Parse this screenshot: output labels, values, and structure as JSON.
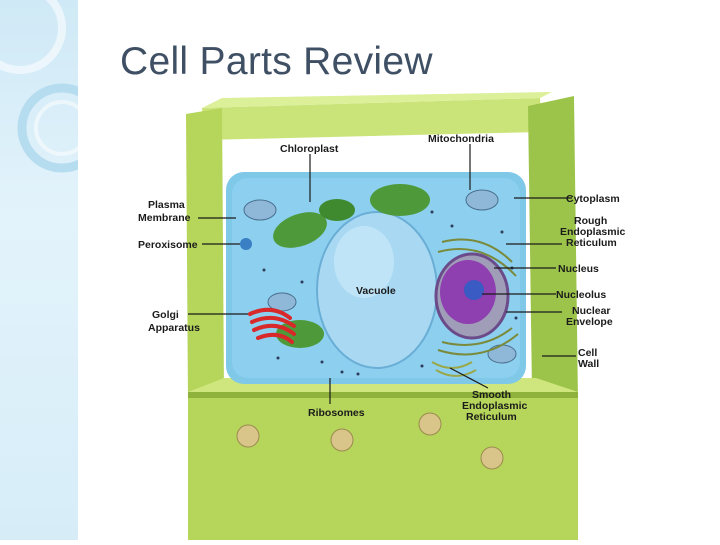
{
  "slide": {
    "title": "Cell Parts Review"
  },
  "diagram": {
    "labels": {
      "chloroplast": "Chloroplast",
      "mitochondria": "Mitochondria",
      "plasma_membrane": [
        "Plasma",
        "Membrane"
      ],
      "peroxisome": "Peroxisome",
      "golgi_apparatus": [
        "Golgi",
        "Apparatus"
      ],
      "vacuole": "Vacuole",
      "ribosomes": "Ribosomes",
      "smooth_er": [
        "Smooth",
        "Endoplasmic",
        "Reticulum"
      ],
      "cytoplasm": "Cytoplasm",
      "rough_er": [
        "Rough",
        "Endoplasmic",
        "Reticulum"
      ],
      "nucleus": "Nucleus",
      "nucleolus": "Nucleolus",
      "nuclear_envelope": [
        "Nuclear",
        "Envelope"
      ],
      "cell_wall": [
        "Cell",
        "Wall"
      ]
    },
    "colors": {
      "cell_wall": "#b5d65a",
      "cell_wall_dark": "#8fb23c",
      "cytoplasm": "#7fc8e8",
      "vacuole": "#a9d8f2",
      "chloroplast": "#4e9a3a",
      "golgi": "#d8282a",
      "nucleus": "#8e3fb0",
      "mitochondria": "#8fb8d8"
    }
  }
}
